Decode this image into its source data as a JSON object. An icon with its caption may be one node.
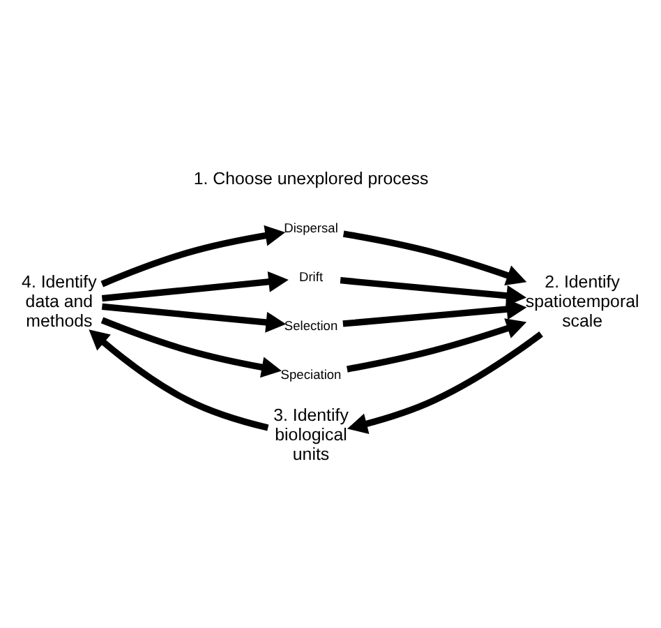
{
  "diagram": {
    "nodes": [
      {
        "text": [
          "1. Choose unexplored process"
        ]
      },
      {
        "text": [
          "Dispersal"
        ]
      },
      {
        "text": [
          "Drift"
        ]
      },
      {
        "text": [
          "Selection"
        ]
      },
      {
        "text": [
          "Speciation"
        ]
      },
      {
        "text": [
          "2. Identify spatiotemporal scale"
        ]
      },
      {
        "text": [
          "3. Identify biological units"
        ]
      },
      {
        "text": [
          "4. Identify data and methods"
        ]
      }
    ],
    "edges": [
      {
        "from": 1,
        "to": 5,
        "arrow": "to"
      },
      {
        "from": 2,
        "to": 5,
        "arrow": "to"
      },
      {
        "from": 3,
        "to": 5,
        "arrow": "to"
      },
      {
        "from": 4,
        "to": 5,
        "arrow": "to"
      },
      {
        "from": 5,
        "to": 6,
        "arrow": "to"
      },
      {
        "from": 6,
        "to": 7,
        "arrow": "to"
      },
      {
        "from": 7,
        "to": 1,
        "arrow": "to"
      },
      {
        "from": 7,
        "to": 2,
        "arrow": "to"
      },
      {
        "from": 7,
        "to": 3,
        "arrow": "to"
      },
      {
        "from": 7,
        "to": 4,
        "arrow": "to"
      }
    ]
  }
}
